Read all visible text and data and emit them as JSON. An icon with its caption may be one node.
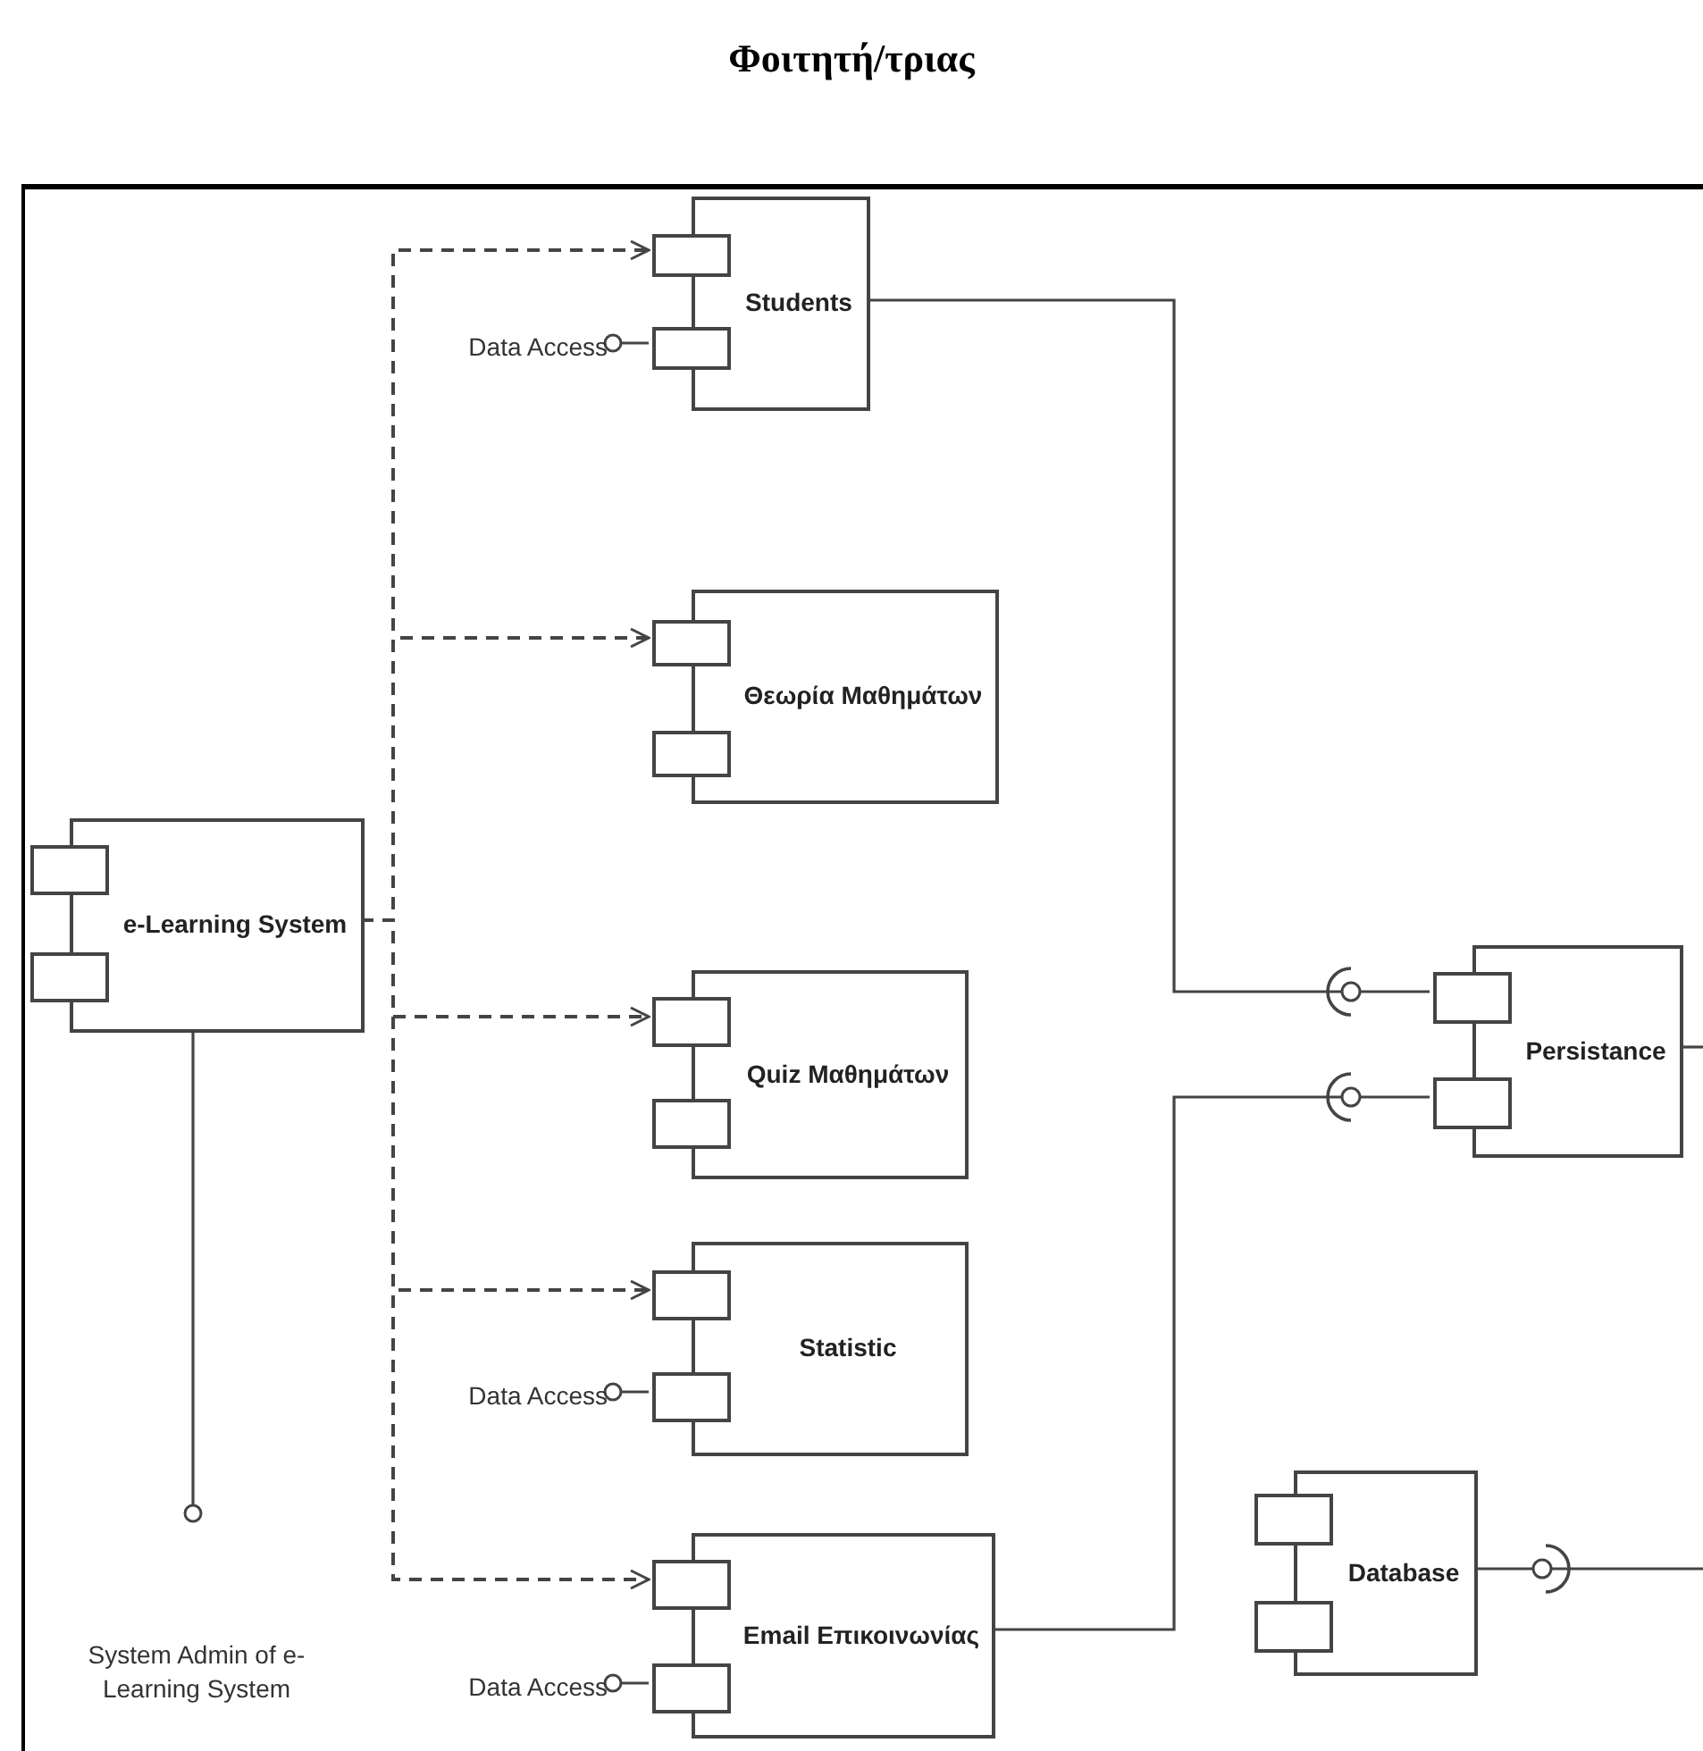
{
  "diagram": {
    "title": "Φοιτητή/τριας",
    "nodes": [
      {
        "text": [],
        "shape": "box"
      },
      {
        "text": [
          "Students"
        ],
        "in": 0
      },
      {
        "text": [
          "Θεωρία Μαθημάτων"
        ],
        "in": 0
      },
      {
        "text": [
          "e-Learning System"
        ],
        "in": 0
      },
      {
        "text": [
          "Quiz Μαθημάτων"
        ],
        "in": 0
      },
      {
        "text": [
          "Statistic"
        ],
        "in": 0
      },
      {
        "text": [
          "Email Επικοινωνίας"
        ],
        "in": 0
      },
      {
        "text": [
          "Persistance"
        ],
        "in": 0
      },
      {
        "text": [
          "Database"
        ],
        "in": 0
      },
      {
        "text": [
          "Data Access"
        ],
        "in": 0
      },
      {
        "text": [
          "Data Access"
        ],
        "in": 0
      },
      {
        "text": [
          "Data Access"
        ],
        "in": 0
      },
      {
        "text": [
          "System Admin of e-Learning System"
        ],
        "in": 0
      }
    ],
    "edges": [
      {
        "from": 3,
        "to": 1,
        "arrow": "to",
        "style": "dashed"
      },
      {
        "from": 3,
        "to": 2,
        "arrow": "to",
        "style": "dashed"
      },
      {
        "from": 3,
        "to": 4,
        "arrow": "to",
        "style": "dashed"
      },
      {
        "from": 3,
        "to": 5,
        "arrow": "to",
        "style": "dashed"
      },
      {
        "from": 3,
        "to": 6,
        "arrow": "to",
        "style": "dashed"
      },
      {
        "from": 1,
        "to": 9,
        "arrow": "other"
      },
      {
        "from": 5,
        "to": 10,
        "arrow": "other"
      },
      {
        "from": 6,
        "to": 11,
        "arrow": "other"
      },
      {
        "from": 1,
        "to": 7,
        "arrow": "other"
      },
      {
        "from": 6,
        "to": 7,
        "arrow": "other"
      },
      {
        "from": 7,
        "to": null,
        "arrow": "none"
      },
      {
        "from": 8,
        "to": null,
        "arrow": "other"
      },
      {
        "from": 3,
        "to": 12,
        "arrow": "other"
      }
    ]
  }
}
